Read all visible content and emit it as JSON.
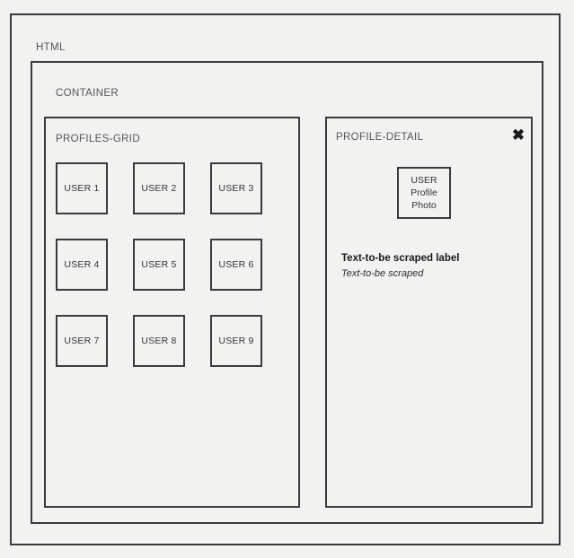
{
  "page": {
    "background_color": "#f2f2f1",
    "border_color": "#3b3b3b"
  },
  "wireframe": {
    "html_label": "HTML",
    "container_label": "CONTAINER"
  },
  "profiles_grid": {
    "label": "PROFILES-GRID",
    "users": [
      {
        "label": "USER 1"
      },
      {
        "label": "USER 2"
      },
      {
        "label": "USER 3"
      },
      {
        "label": "USER 4"
      },
      {
        "label": "USER 5"
      },
      {
        "label": "USER 6"
      },
      {
        "label": "USER 7"
      },
      {
        "label": "USER 8"
      },
      {
        "label": "USER 9"
      }
    ]
  },
  "profile_detail": {
    "label": "PROFILE-DETAIL",
    "close_icon": "close-icon",
    "close_glyph": "✖",
    "photo": {
      "line1": "USER",
      "line2": "Profile",
      "line3": "Photo"
    },
    "scraped_label": "Text-to-be scraped label",
    "scraped_value": "Text-to-be scraped"
  }
}
